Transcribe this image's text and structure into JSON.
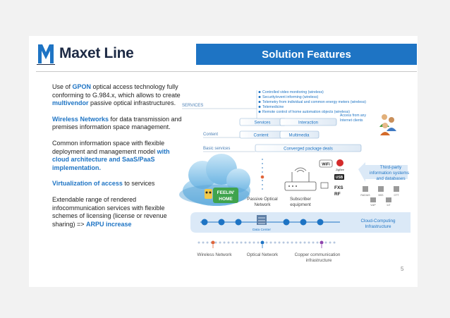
{
  "logo": {
    "brand": "Maxet Line"
  },
  "banner": {
    "title": "Solution Features"
  },
  "left_text": {
    "p1": {
      "a": "Use of ",
      "b": "GPON",
      "c": " optical access technology fully conforming to G.984.x, which allows to create ",
      "d": "multivendor",
      "e": " passive optical infrastructures."
    },
    "p2": {
      "a": "Wireless Networks",
      "b": " for data transmission and premises information space management."
    },
    "p3": {
      "a": "Common information space with flexible deployment and management model ",
      "b": "with cloud architecture and SaaS/PaaS implementation."
    },
    "p4": {
      "a": "Virtualization of access",
      "b": " to services"
    },
    "p5": {
      "a": "Extendable range of rendered infocommunication services with flexible schemes of licensing (license or revenue sharing) => ",
      "b": "ARPU increase"
    }
  },
  "diagram": {
    "bullets": [
      "Controlled video monitoring (wireless)",
      "Security/event informing (wireless)",
      "Telemetry from individual and common energy meters (wireless)",
      "Telemedicine",
      "Remote control of home automation objects (wireless)"
    ],
    "services_label": "SERVICES",
    "access_label": "Access from any Internet clients",
    "row_services": {
      "left": "Services",
      "right": "Interaction"
    },
    "row_content": {
      "label": "Content",
      "left": "Content",
      "right": "Multimedia"
    },
    "row_basic": {
      "label": "Basic services",
      "box": "Converged package deals"
    },
    "cloud_logo": {
      "line1": "FEELIN'",
      "line2": "HOME"
    },
    "third_party": "Third-party information systems and databases",
    "passive_optical": "Passive Optical Network",
    "subscriber": "Subscriber equipment",
    "fxs": "FXS",
    "rf": "RF",
    "usb": "USB",
    "wifi": "WiFi",
    "zigbee": "ZigBee",
    "small_labels": [
      "RADIUS",
      "BSS",
      "OTT",
      "VoIP",
      "IoT"
    ],
    "cloud_computing": "Cloud-Computing Infrastructure",
    "data_center": "Data Center",
    "bottom": {
      "wireless": "Wireless Network",
      "optical": "Optical Network",
      "copper": "Copper communication infrastructure"
    }
  },
  "page_number": "5"
}
